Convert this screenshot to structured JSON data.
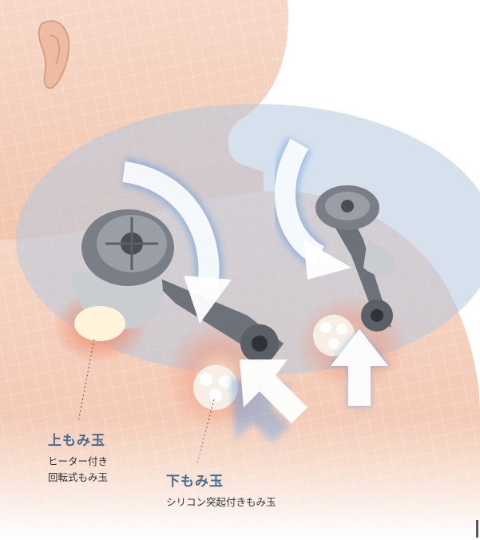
{
  "colors": {
    "accent_text": "#4a6a8c",
    "skin": "#f3c9b4",
    "shadow_zone": "#b7c9de",
    "arrow_glow": "#4f93e0",
    "warm_glow": "#f08060",
    "device_gray": "#6d7179"
  },
  "callouts": {
    "upper": {
      "title": "上もみ玉",
      "lines": [
        "ヒーター付き",
        "回転式もみ玉"
      ]
    },
    "lower": {
      "title": "下もみ玉",
      "lines": [
        "シリコン突起付きもみ玉"
      ]
    }
  },
  "icons": {
    "rotation_arrows": "curved-arrow-icon",
    "push_arrows": "straight-arrow-icon"
  }
}
